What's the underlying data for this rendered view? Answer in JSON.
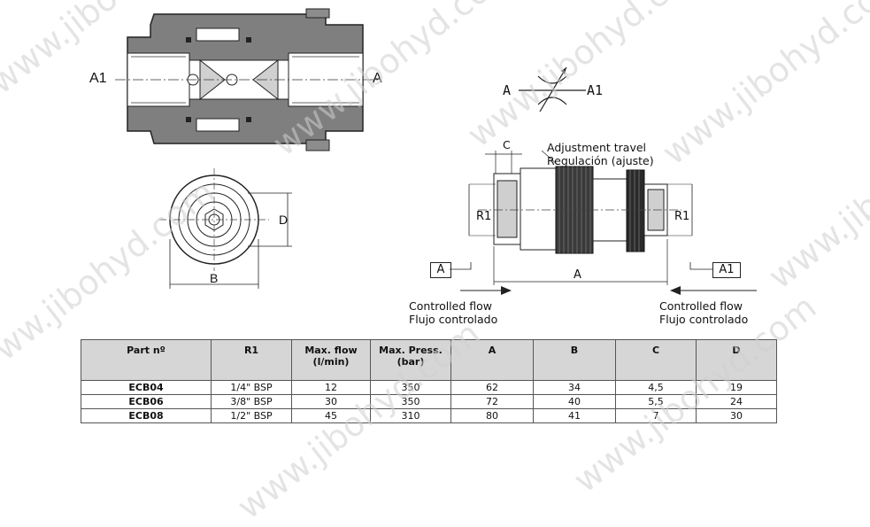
{
  "drawing": {
    "section_left_port": "A1",
    "section_right_port": "A",
    "end_view_dim_d": "D",
    "end_view_dim_b": "B",
    "symbol_left": "A",
    "symbol_right": "A1",
    "dim_c": "C",
    "adjustment_en": "Adjustment travel",
    "adjustment_es": "Regulación (ajuste)",
    "dim_r1_left": "R1",
    "dim_r1_right": "R1",
    "dim_a": "A",
    "port_box_left": "A",
    "port_box_right": "A1",
    "flow_left_en": "Controlled flow",
    "flow_left_es": "Flujo controlado",
    "flow_right_en": "Controlled flow",
    "flow_right_es": "Flujo controlado"
  },
  "table": {
    "headers": [
      "Part nº",
      "R1",
      "Max. flow\n(l/min)",
      "Max. Press.\n(bar)",
      "A",
      "B",
      "C",
      "D"
    ],
    "rows": [
      [
        "ECB04",
        "1/4\" BSP",
        "12",
        "350",
        "62",
        "34",
        "4,5",
        "19"
      ],
      [
        "ECB06",
        "3/8\" BSP",
        "30",
        "350",
        "72",
        "40",
        "5,5",
        "24"
      ],
      [
        "ECB08",
        "1/2\" BSP",
        "45",
        "310",
        "80",
        "41",
        "7",
        "30"
      ]
    ]
  },
  "watermarks": [
    "www.jibohyd.com",
    "www.jibohyd.com",
    "www.jibohyd.com",
    "www.jibohyd.com",
    "www.jibohyd.com",
    "www.jibohyd.com",
    "www.jibohyd.com",
    "www.jibohyd.com"
  ]
}
